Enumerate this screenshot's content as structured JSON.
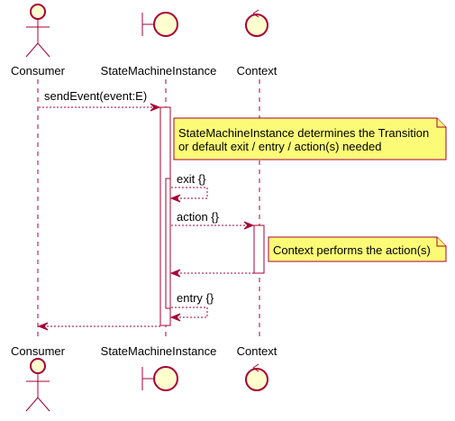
{
  "diagram": {
    "colors": {
      "line": "#A80036",
      "participant_fill": "#FEFECE",
      "note_fill": "#FBFB77",
      "text": "#000000"
    },
    "participants": [
      {
        "label": "Consumer",
        "shape": "actor"
      },
      {
        "label": "StateMachineInstance",
        "shape": "boundary"
      },
      {
        "label": "Context",
        "shape": "control"
      }
    ],
    "messages": [
      {
        "label": "sendEvent(event:E)"
      },
      {
        "label": "exit {}"
      },
      {
        "label": "action {}"
      },
      {
        "label": ""
      },
      {
        "label": "entry {}"
      },
      {
        "label": ""
      }
    ],
    "notes": [
      {
        "lines": [
          "StateMachineInstance determines the Transition",
          "or default exit / entry / action(s) needed"
        ]
      },
      {
        "lines": [
          "Context performs the action(s)"
        ]
      }
    ]
  }
}
